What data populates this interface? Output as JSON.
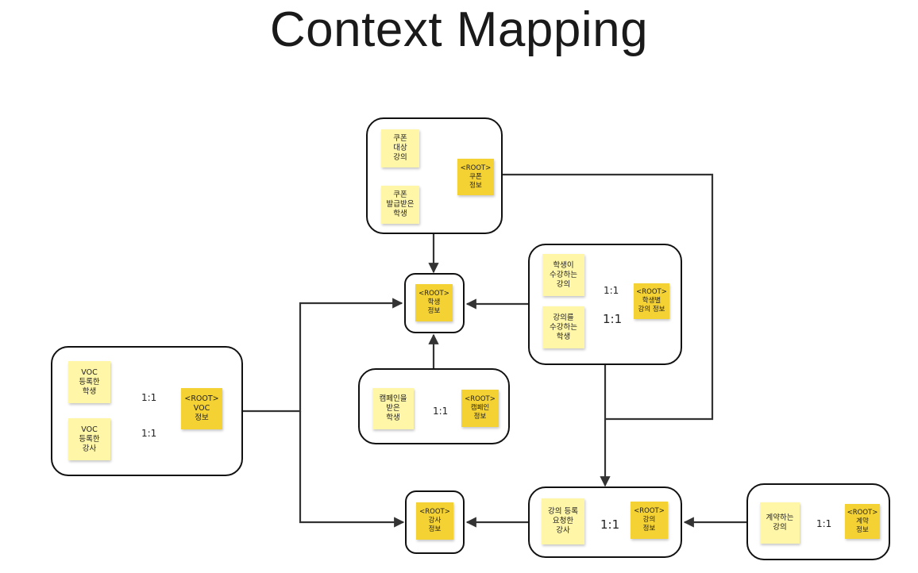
{
  "title": "Context Mapping",
  "contexts": {
    "coupon": {
      "root": "<ROOT>\n쿠폰\n정보",
      "notes": [
        "쿠폰\n대상\n강의",
        "쿠폰\n발급받은\n학생"
      ]
    },
    "student": {
      "root": "<ROOT>\n학생\n정보"
    },
    "enrollment": {
      "root": "<ROOT>\n학생별\n강의 정보",
      "notes": [
        "학생이\n수강하는\n강의",
        "강의를\n수강하는\n학생"
      ],
      "relations": [
        "1:1",
        "1:1"
      ]
    },
    "campaign": {
      "root": "<ROOT>\n캠페인\n정보",
      "notes": [
        "캠페인을\n받은\n학생"
      ],
      "relations": [
        "1:1"
      ]
    },
    "voc": {
      "root": "<ROOT>\nVOC\n정보",
      "notes": [
        "VOC\n등록한\n학생",
        "VOC\n등록한\n강사"
      ],
      "relations": [
        "1:1",
        "1:1"
      ]
    },
    "instructor": {
      "root": "<ROOT>\n강사\n정보"
    },
    "lecture": {
      "root": "<ROOT>\n강의\n정보",
      "notes": [
        "강의 등록\n요청한\n강사"
      ],
      "relations": [
        "1:1"
      ]
    },
    "contract": {
      "root": "<ROOT>\n계약\n정보",
      "notes": [
        "계약하는\n강의"
      ],
      "relations": [
        "1:1"
      ]
    }
  },
  "colors": {
    "sticky_light": "#fff6a8",
    "sticky_dark": "#f5d233",
    "line": "#333333",
    "border": "#111111"
  }
}
